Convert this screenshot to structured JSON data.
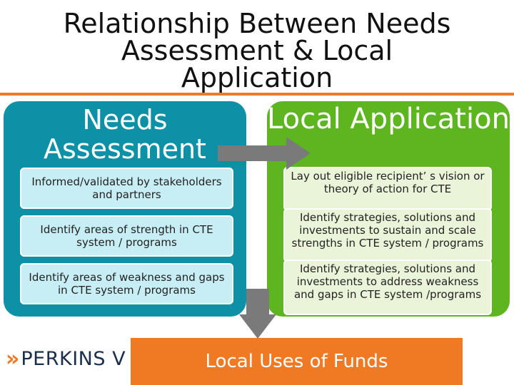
{
  "title": "Relationship Between Needs Assessment & Local Application",
  "needs": {
    "heading": "Needs Assessment",
    "items": [
      "Informed/validated by stakeholders and partners",
      "Identify areas of strength in CTE system / programs",
      "Identify areas of weakness and gaps in CTE system / programs"
    ]
  },
  "local": {
    "heading": "Local Application",
    "items": [
      "Lay out eligible recipient’ s vision or theory of action for CTE",
      "Identify strategies, solutions and investments to sustain and scale strengths in CTE system / programs",
      "Identify strategies, solutions and investments to address weakness and gaps in CTE system /programs"
    ]
  },
  "funds": {
    "label": "Local Uses of Funds"
  },
  "logo": {
    "text": "PERKINS V"
  },
  "colors": {
    "teal": "#0d91a6",
    "green": "#5db520",
    "orange": "#f07a24",
    "navy": "#1a2f4d"
  }
}
